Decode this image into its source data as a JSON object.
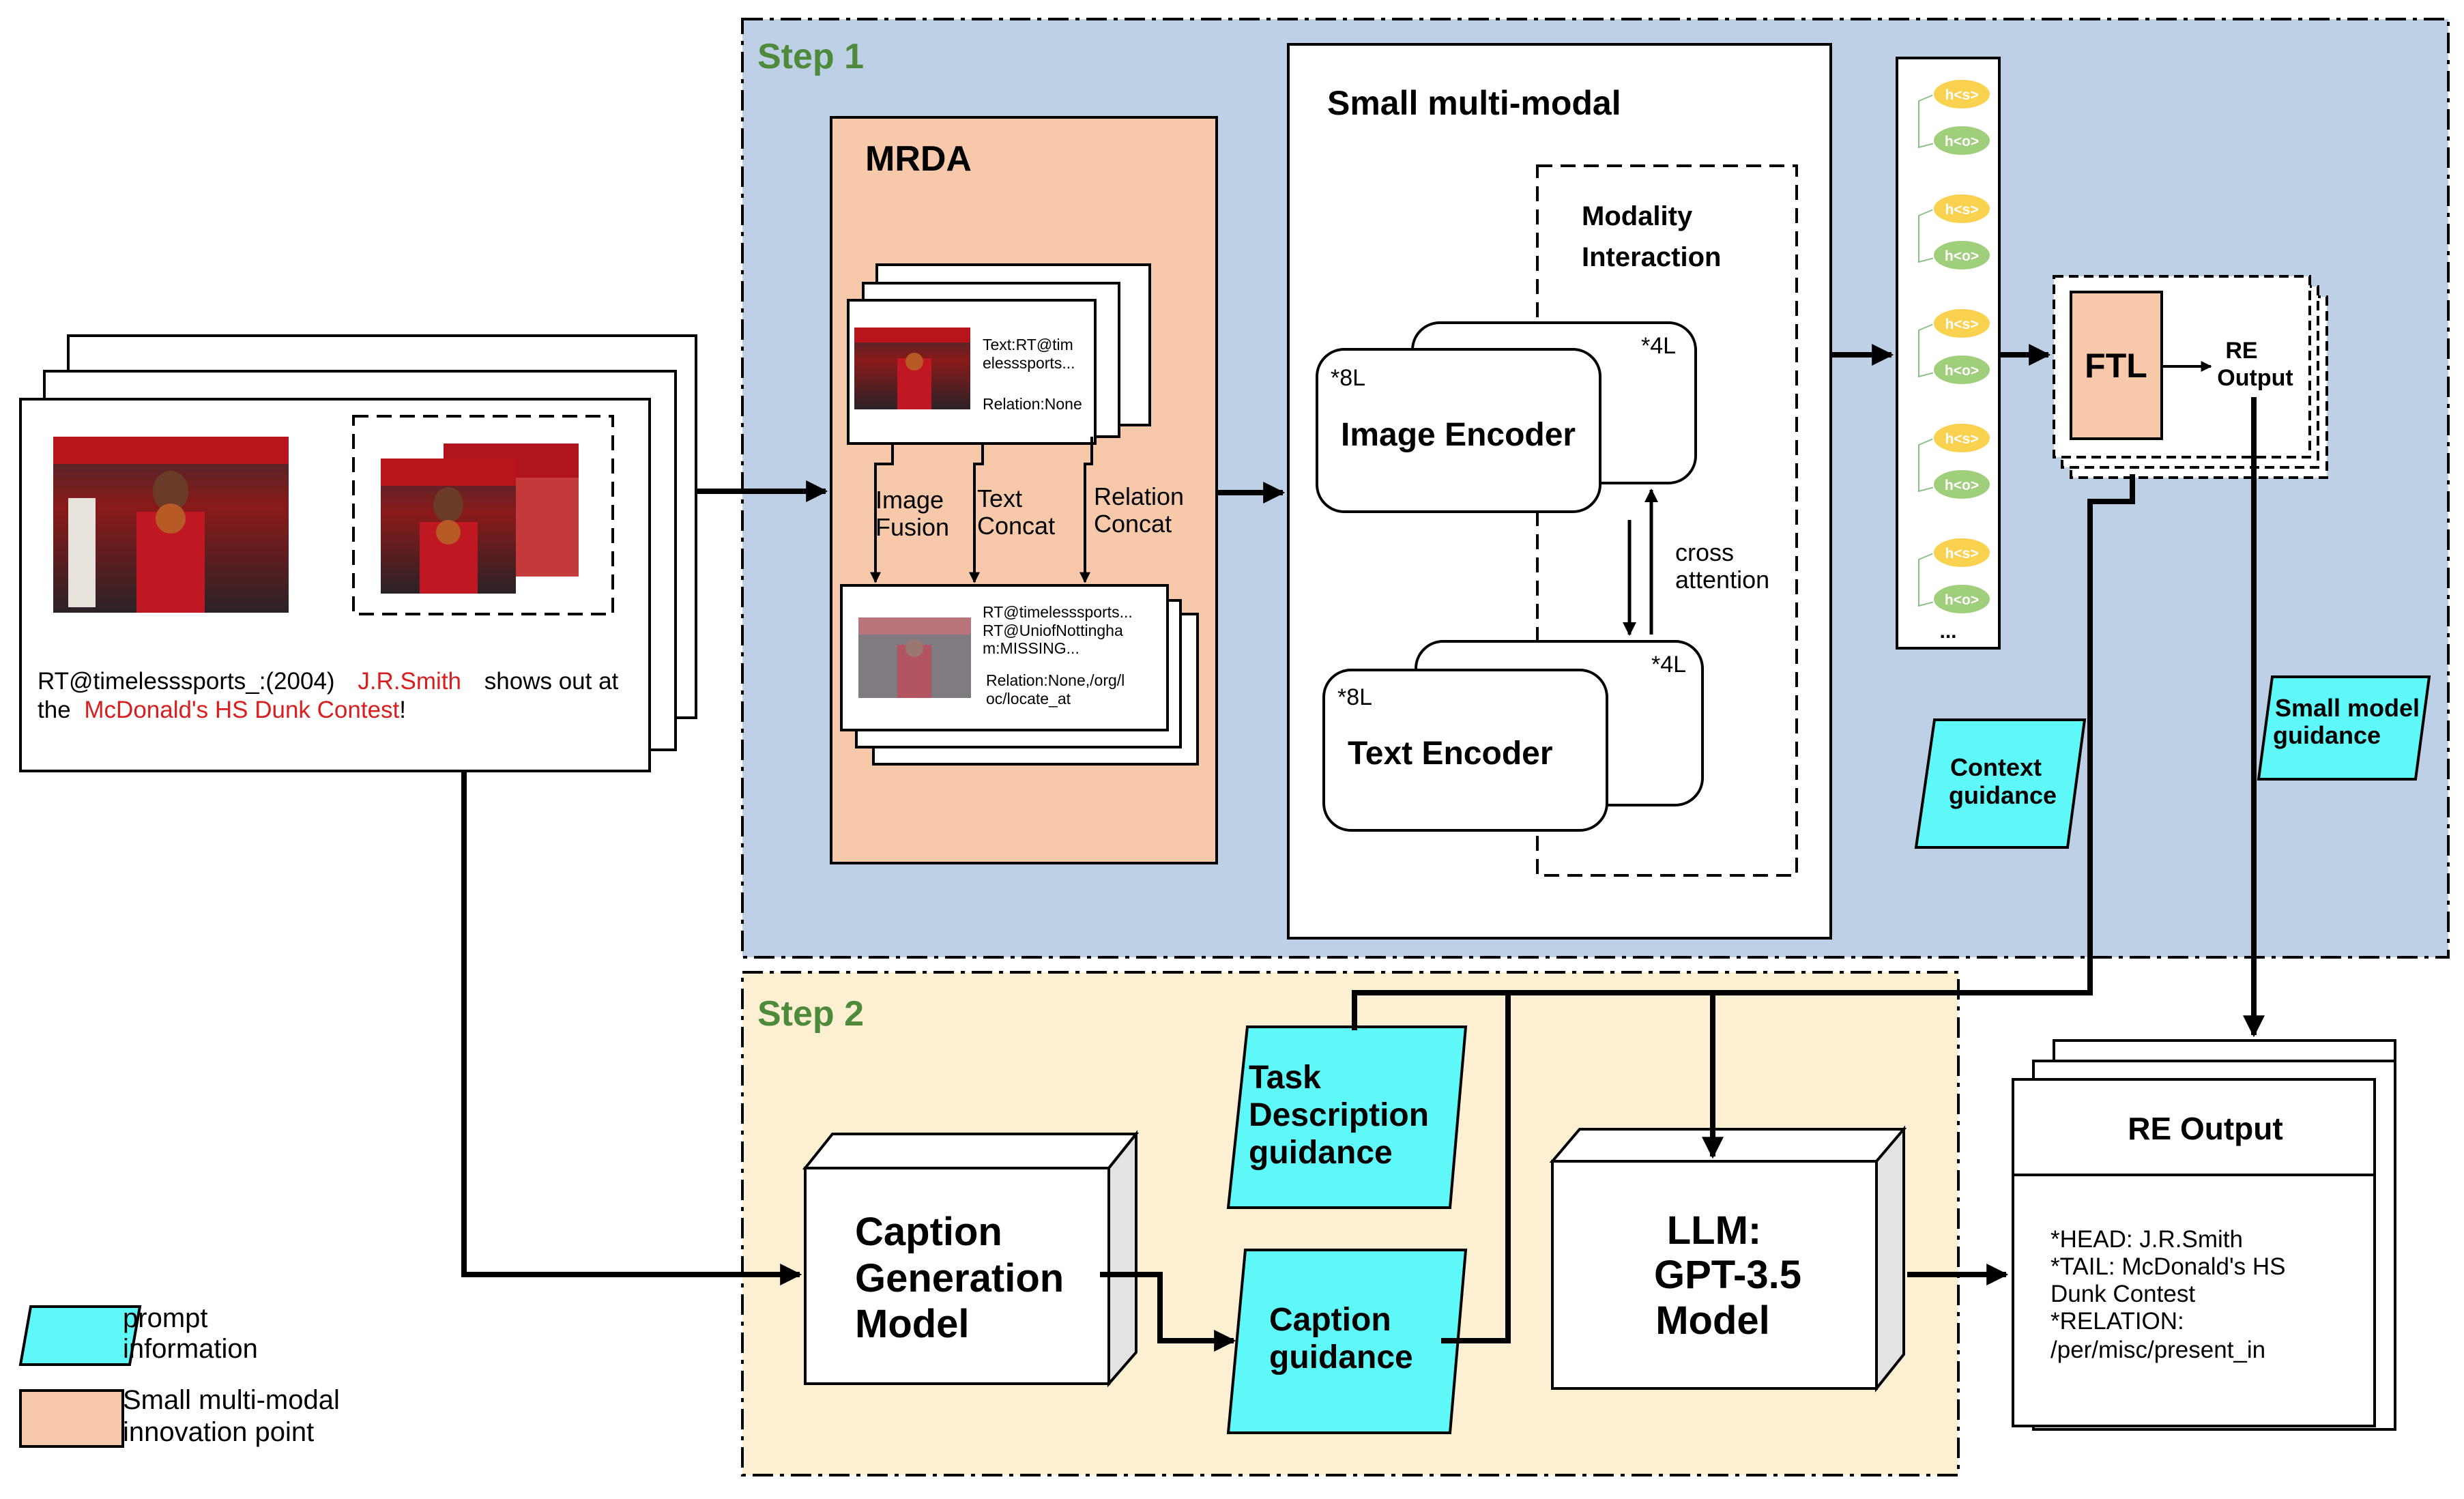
{
  "step1": {
    "title": "Step 1"
  },
  "step2": {
    "title": "Step 2"
  },
  "input": {
    "tweet_prefix": "RT@timelesssports_:(2004)",
    "entity_head": "J.R.Smith",
    "tweet_middle": "shows out at",
    "tweet_line2_prefix": "the",
    "entity_tail": "McDonald's HS Dunk Contest",
    "tweet_suffix": "!"
  },
  "mrda": {
    "title": "MRDA",
    "card_top": {
      "line1": "Text:RT@tim",
      "line2": "elesssports...",
      "line3": "Relation:None"
    },
    "ops": [
      {
        "line1": "Image",
        "line2": "Fusion"
      },
      {
        "line1": "Text",
        "line2": "Concat"
      },
      {
        "line1": "Relation",
        "line2": "Concat"
      }
    ],
    "card_bottom": {
      "line1": "RT@timelesssports...",
      "line2": "RT@UniofNottingha",
      "line3": "m:MISSING...",
      "line4": "Relation:None,/org/l",
      "line5": "oc/locate_at"
    }
  },
  "small_mm": {
    "title": "Small multi-modal",
    "interaction_line1": "Modality",
    "interaction_line2": "Interaction",
    "image_encoder": "Image Encoder",
    "text_encoder": "Text Encoder",
    "layers_8": "*8L",
    "layers_4": "*4L",
    "cross_line1": "cross",
    "cross_line2": "attention"
  },
  "tokens": {
    "head": "h<s>",
    "tail": "h<o>",
    "more": "..."
  },
  "ftl": {
    "label": "FTL",
    "out_line1": "RE",
    "out_line2": "Output"
  },
  "guidance": {
    "context_line1": "Context",
    "context_line2": "guidance",
    "small_model_line1": "Small model",
    "small_model_line2": "guidance",
    "task_line1": "Task",
    "task_line2": "Description",
    "task_line3": "guidance",
    "caption_line1": "Caption",
    "caption_line2": "guidance"
  },
  "caption_model": {
    "line1": "Caption",
    "line2": "Generation",
    "line3": "Model"
  },
  "llm": {
    "line1": "LLM:",
    "line2": "GPT-3.5",
    "line3": "Model"
  },
  "re_output": {
    "title": "RE Output",
    "head": "*HEAD:  J.R.Smith",
    "tail": "*TAIL:  McDonald's HS",
    "tail_cont": "Dunk Contest",
    "relation": "*RELATION:",
    "relation_value": "/per/misc/present_in"
  },
  "legend": {
    "prompt_line1": "prompt",
    "prompt_line2": "information",
    "innovation_line1": "Small multi-modal",
    "innovation_line2": "innovation point"
  },
  "colors": {
    "step1_bg": "#bdd0e6",
    "step2_bg": "#fcefd2",
    "innovation": "#f7c8a9",
    "prompt": "#5ef8f8",
    "step_title": "#4d8a3a",
    "entity": "#d81e1e",
    "token_yellow": "#fbd24f",
    "token_green": "#9fcf7a"
  }
}
